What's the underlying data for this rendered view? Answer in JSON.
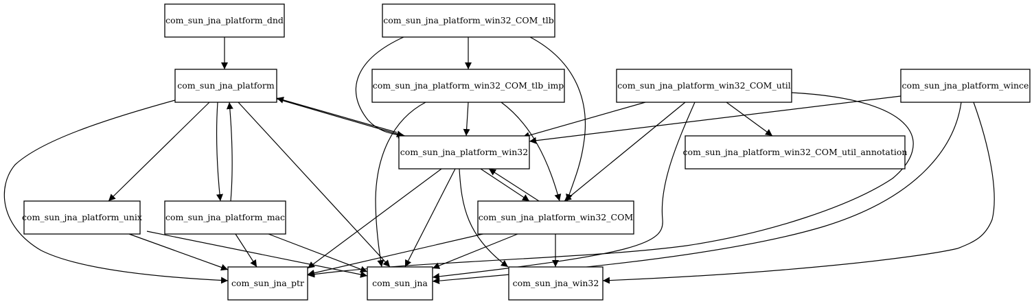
{
  "nodes": {
    "dnd": "com_sun_jna_platform_dnd",
    "tlb": "com_sun_jna_platform_win32_COM_tlb",
    "platform": "com_sun_jna_platform",
    "tlb_imp": "com_sun_jna_platform_win32_COM_tlb_imp",
    "com_util": "com_sun_jna_platform_win32_COM_util",
    "wince": "com_sun_jna_platform_wince",
    "win32": "com_sun_jna_platform_win32",
    "util_annotation": "com_sun_jna_platform_win32_COM_util_annotation",
    "unix": "com_sun_jna_platform_unix",
    "mac": "com_sun_jna_platform_mac",
    "com": "com_sun_jna_platform_win32_COM",
    "ptr": "com_sun_jna_ptr",
    "jna": "com_sun_jna",
    "jna_win32": "com_sun_jna_win32"
  },
  "edges": [
    [
      "dnd",
      "platform"
    ],
    [
      "tlb",
      "tlb_imp"
    ],
    [
      "tlb",
      "win32"
    ],
    [
      "tlb",
      "com"
    ],
    [
      "platform",
      "win32"
    ],
    [
      "win32",
      "platform"
    ],
    [
      "platform",
      "unix"
    ],
    [
      "platform",
      "mac"
    ],
    [
      "mac",
      "platform"
    ],
    [
      "platform",
      "ptr"
    ],
    [
      "platform",
      "jna"
    ],
    [
      "tlb_imp",
      "win32"
    ],
    [
      "tlb_imp",
      "com"
    ],
    [
      "tlb_imp",
      "jna"
    ],
    [
      "com_util",
      "win32"
    ],
    [
      "com_util",
      "util_annotation"
    ],
    [
      "com_util",
      "com"
    ],
    [
      "com_util",
      "jna"
    ],
    [
      "com_util",
      "ptr"
    ],
    [
      "wince",
      "win32"
    ],
    [
      "wince",
      "jna"
    ],
    [
      "wince",
      "jna_win32"
    ],
    [
      "win32",
      "com"
    ],
    [
      "com",
      "win32"
    ],
    [
      "win32",
      "ptr"
    ],
    [
      "win32",
      "jna"
    ],
    [
      "win32",
      "jna_win32"
    ],
    [
      "unix",
      "ptr"
    ],
    [
      "unix",
      "jna"
    ],
    [
      "mac",
      "ptr"
    ],
    [
      "mac",
      "jna"
    ],
    [
      "com",
      "ptr"
    ],
    [
      "com",
      "jna"
    ],
    [
      "com",
      "jna_win32"
    ]
  ]
}
